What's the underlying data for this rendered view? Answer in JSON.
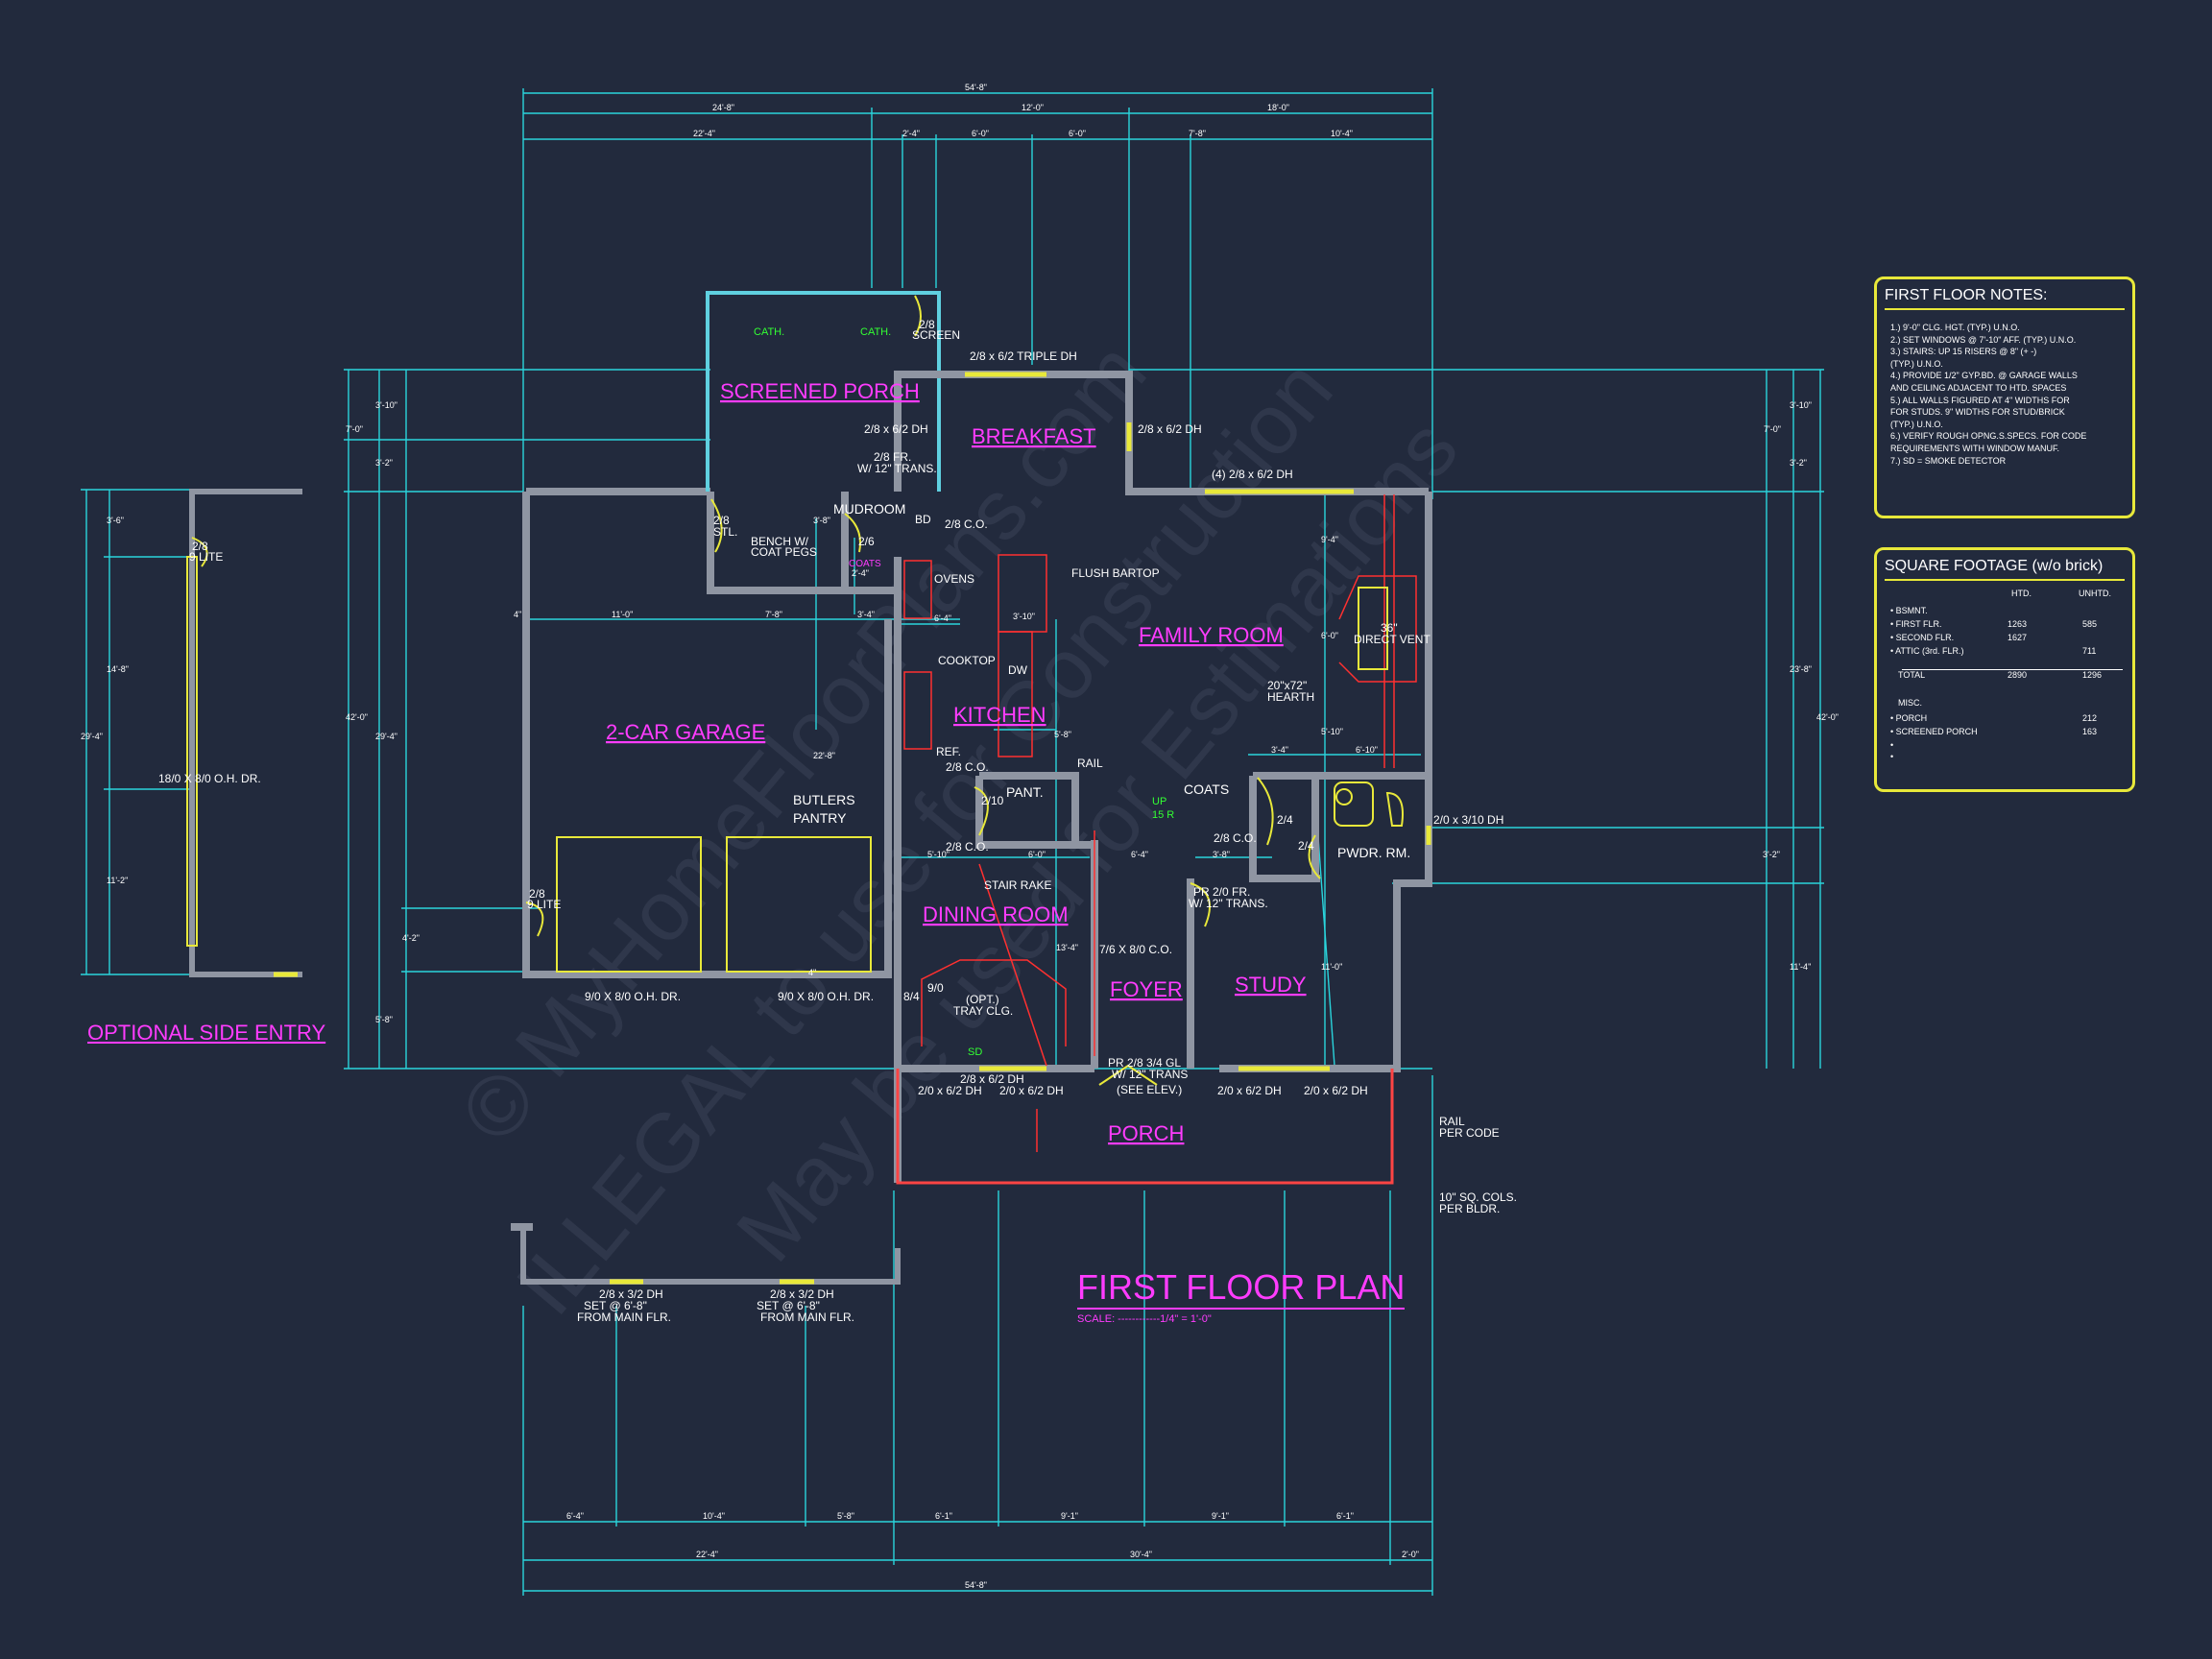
{
  "title": "FIRST FLOOR PLAN",
  "scale_label": "SCALE: ------------1/4\" = 1'-0\"",
  "optional_title": "OPTIONAL SIDE ENTRY",
  "watermark": {
    "line1": "© MyHomeFloorPlans.com",
    "line2": "ILLEGAL to use for Construction",
    "line3": "May be used for Estimations"
  },
  "rooms": {
    "screened_porch": "SCREENED PORCH",
    "breakfast": "BREAKFAST",
    "mudroom": "MUDROOM",
    "family_room": "FAMILY ROOM",
    "kitchen": "KITCHEN",
    "garage": "2-CAR GARAGE",
    "butlers_pantry_1": "BUTLERS",
    "butlers_pantry_2": "PANTRY",
    "dining_room": "DINING ROOM",
    "foyer": "FOYER",
    "study": "STUDY",
    "porch": "PORCH",
    "pwdr_rm": "PWDR. RM.",
    "coats": "COATS",
    "coats_small": "COATS",
    "pant": "PANT."
  },
  "labels": {
    "triple_dh": "2/8 x 6/2 TRIPLE DH",
    "dh_sp": "2/8 x 6/2 DH",
    "dh_bk": "2/8 x 6/2 DH",
    "dh_family": "(4) 2/8 x 6/2 DH",
    "fr_trans_1": "2/8 FR.",
    "fr_trans_2": "W/ 12\" TRANS.",
    "cath_1": "CATH.",
    "cath_2": "CATH.",
    "screen_1": "2/8",
    "screen_2": "SCREEN",
    "stl_1": "2/8",
    "stl_2": "STL.",
    "bench_1": "BENCH W/",
    "bench_2": "COAT PEGS",
    "door_26": "2/6",
    "bd": "BD",
    "co_28": "2/8  C.O.",
    "ovens": "OVENS",
    "bartop": "FLUSH BARTOP",
    "cooktop": "COOKTOP",
    "dw": "DW",
    "ref": "REF.",
    "co_28b": "2/8  C.O.",
    "rail": "RAIL",
    "door_210": "2/10",
    "up": "UP",
    "risers": "15 R",
    "co_28c": "2/8  C.O.",
    "stair_rake": "STAIR RAKE",
    "direct_vent_1": "36\"",
    "direct_vent_2": "DIRECT VENT",
    "hearth_1": "20\"x72\"",
    "hearth_2": "HEARTH",
    "door_24a": "2/4",
    "door_24b": "2/4",
    "co_28d": "2/8  C.O.",
    "dh_pwdr": "2/0 x 3/10 DH",
    "pr_fr_1": "PR 2/0 FR.",
    "pr_fr_2": "W/ 12\" TRANS.",
    "co_716": "7/6 X 8/0 C.O.",
    "door_84": "8/4",
    "door_90": "9/0",
    "tray_1": "(OPT.)",
    "tray_2": "TRAY CLG.",
    "pr_gl_1": "PR 2/8 3/4 GL",
    "pr_gl_2": "W/ 12\" TRANS",
    "pr_gl_3": "(SEE ELEV.)",
    "dh_dining_1": "2/8 x 6/2 DH",
    "dh_dining_2": "2/0 x 6/2 DH",
    "dh_dining_3": "2/0 x 6/2 DH",
    "dh_study_1": "2/0 x 6/2 DH",
    "dh_study_2": "2/0 x 6/2 DH",
    "rail_code_1": "RAIL",
    "rail_code_2": "PER CODE",
    "cols_1": "10\" SQ. COLS.",
    "cols_2": "PER BLDR.",
    "ohd_1": "9/0 X 8/0 O.H. DR.",
    "ohd_2": "9/0 X 8/0 O.H. DR.",
    "lite_1": "2/8",
    "lite_2": "9 LITE",
    "lite_3": "2/8",
    "lite_4": "9 LITE",
    "side_ohd": "18/0 X 8/0 O.H. DR.",
    "dh_set_1a": "2/8 x 3/2 DH",
    "dh_set_1b": "SET @ 6'-8\"",
    "dh_set_1c": "FROM MAIN FLR.",
    "dh_set_2a": "2/8 x 3/2 DH",
    "dh_set_2b": "SET @ 6'-8\"",
    "dh_set_2c": "FROM MAIN FLR.",
    "sd": "SD"
  },
  "dims": {
    "top_total": "54'-8\"",
    "top_a": "24'-8\"",
    "top_b": "12'-0\"",
    "top_c": "18'-0\"",
    "top_d": "22'-4\"",
    "top_e": "2'-4\"",
    "top_f": "6'-0\"",
    "top_g": "6'-0\"",
    "top_h": "7'-8\"",
    "top_i": "10'-4\"",
    "bot_a": "6'-4\"",
    "bot_b": "10'-4\"",
    "bot_c": "5'-8\"",
    "bot_d": "6'-1\"",
    "bot_e": "9'-1\"",
    "bot_f": "9'-1\"",
    "bot_g": "6'-1\"",
    "bot_h": "22'-4\"",
    "bot_i": "30'-4\"",
    "bot_j": "2'-0\"",
    "bot_total": "54'-8\"",
    "left_a": "7'-0\"",
    "left_b": "3'-10\"",
    "left_c": "3'-2\"",
    "left_d": "42'-0\"",
    "left_e": "29'-4\"",
    "left_f": "4'-2\"",
    "left_g": "5'-8\"",
    "right_a": "7'-0\"",
    "right_b": "3'-10\"",
    "right_c": "3'-2\"",
    "right_d": "42'-0\"",
    "right_e": "23'-8\"",
    "right_f": "3'-2\"",
    "right_g": "11'-4\"",
    "side_a": "3'-6\"",
    "side_b": "14'-8\"",
    "side_c": "29'-4\"",
    "side_d": "11'-2\"",
    "g_a": "4\"",
    "g_b": "11'-0\"",
    "g_c": "7'-8\"",
    "g_d": "3'-4\"",
    "k_a": "6'-4\"",
    "k_b": "3'-10\"",
    "k_c": "22'-8\"",
    "k_d": "3'-8\"",
    "d_a": "5'-10\"",
    "d_b": "6'-0\"",
    "d_c": "6'-4\"",
    "d_d": "3'-8\"",
    "d_e": "13'-4\"",
    "f_a": "9'-4\"",
    "f_b": "6'-0\"",
    "f_c": "5'-10\"",
    "f_d": "3'-4\"",
    "f_e": "6'-10\"",
    "s_a": "11'-0\"",
    "st_a": "5'-8\"",
    "st_b": "2'-4\"",
    "m_a": "4\""
  },
  "notes": {
    "title": "FIRST FLOOR NOTES:",
    "lines": [
      "1.) 9'-0\" CLG. HGT. (TYP.) U.N.O.",
      "2.) SET WINDOWS @ 7'-10\" AFF. (TYP.) U.N.O.",
      "3.) STAIRS: UP 15 RISERS @ 8\" (+ -)",
      "    (TYP.) U.N.O.",
      "4.) PROVIDE 1/2\" GYP.BD. @ GARAGE WALLS",
      "    AND CEILING ADJACENT TO HTD. SPACES",
      "5.) ALL WALLS FIGURED AT 4\" WIDTHS FOR",
      "    FOR STUDS. 9\" WIDTHS FOR STUD/BRICK",
      "    (TYP.) U.N.O.",
      "6.) VERIFY ROUGH OPNG.S.SPECS. FOR CODE",
      "    REQUIREMENTS WITH WINDOW MANUF.",
      "7.) SD = SMOKE DETECTOR"
    ]
  },
  "square_footage": {
    "title": "SQUARE FOOTAGE (w/o brick)",
    "col_htd": "HTD.",
    "col_unhtd": "UNHTD.",
    "rows": [
      {
        "label": "• BSMNT.",
        "htd": "",
        "unhtd": ""
      },
      {
        "label": "• FIRST FLR.",
        "htd": "1263",
        "unhtd": "585"
      },
      {
        "label": "• SECOND FLR.",
        "htd": "1627",
        "unhtd": ""
      },
      {
        "label": "• ATTIC (3rd. FLR.)",
        "htd": "",
        "unhtd": "711"
      },
      {
        "label": "TOTAL",
        "htd": "2890",
        "unhtd": "1296"
      },
      {
        "label": "MISC.",
        "htd": "",
        "unhtd": ""
      },
      {
        "label": "• PORCH",
        "htd": "",
        "unhtd": "212"
      },
      {
        "label": "• SCREENED PORCH",
        "htd": "",
        "unhtd": "163"
      },
      {
        "label": "•",
        "htd": "",
        "unhtd": ""
      },
      {
        "label": "•",
        "htd": "",
        "unhtd": ""
      }
    ]
  },
  "colors": {
    "background": "#222a3d",
    "walls": "#8f95a2",
    "dimension": "#2ad4dc",
    "room_label": "#ff3cff",
    "door": "#e8e83a",
    "fixture": "#ff3030",
    "note": "#33ff33"
  }
}
